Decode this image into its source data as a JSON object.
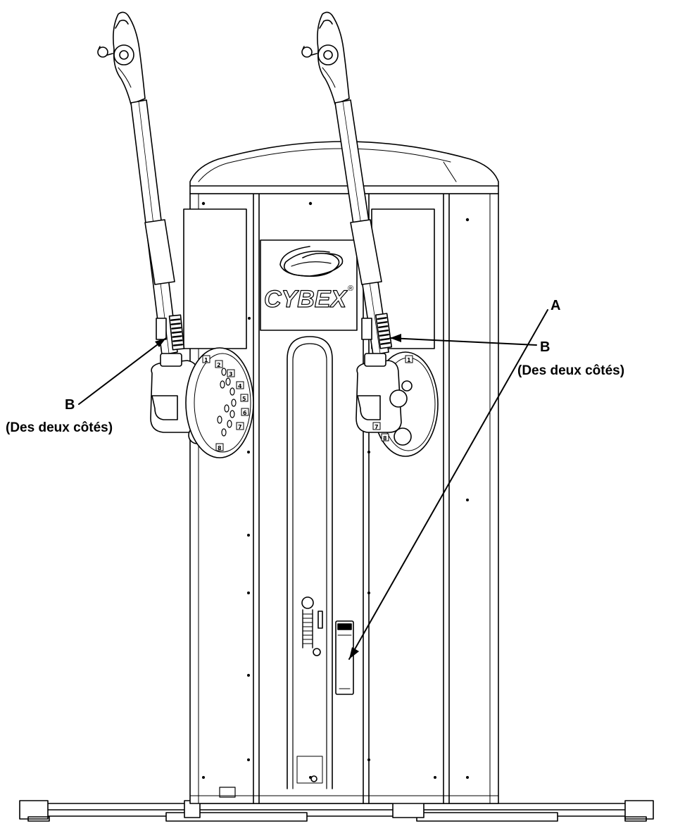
{
  "brand": {
    "logo_text": "CYBEX",
    "registered_mark": "®"
  },
  "callouts": {
    "a": {
      "letter": "A"
    },
    "b_left": {
      "letter": "B",
      "note": "(Des deux côtés)"
    },
    "b_right": {
      "letter": "B",
      "note": "(Des deux côtés)"
    }
  },
  "pulley_positions": {
    "left": [
      "1",
      "2",
      "3",
      "4",
      "5",
      "6",
      "7",
      "8"
    ],
    "right": [
      "1",
      "7",
      "8"
    ]
  },
  "colors": {
    "line": "#000000",
    "background": "#ffffff"
  }
}
